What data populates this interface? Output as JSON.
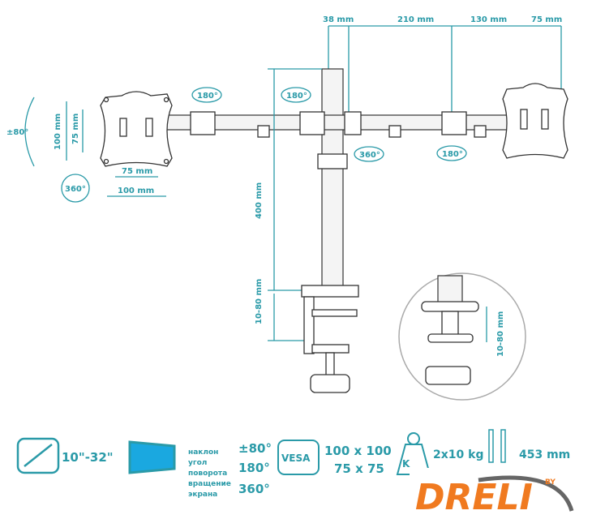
{
  "top_dims": {
    "d1": "38 mm",
    "d2": "210 mm",
    "d3": "130 mm",
    "d4": "75 mm"
  },
  "rotation": {
    "left_arm": "180°",
    "pole": "180°",
    "mid": "360°",
    "right": "180°",
    "tilt": "±80°",
    "spin": "360°"
  },
  "vesa_dims": {
    "h100": "100 mm",
    "h75": "75 mm",
    "w75": "75 mm",
    "w100": "100 mm"
  },
  "pole_dims": {
    "height": "400 mm",
    "clamp": "10-80 mm",
    "inset_clamp": "10-80 mm"
  },
  "specs": {
    "size": "10\"-32\"",
    "rot_labels": [
      "наклон",
      "угол",
      "поворота",
      "вращение",
      "экрана"
    ],
    "rot_values": [
      "±80°",
      "180°",
      "360°"
    ],
    "vesa_label": "VESA",
    "vesa_values": [
      "100 x 100",
      "75 x 75"
    ],
    "weight_letter": "K",
    "weight": "2x10 kg",
    "pole_height": "453 mm"
  },
  "logo": {
    "text": "DRELI",
    "by": "BY"
  },
  "colors": {
    "accent": "#2a9aa8",
    "logo": "#f07a20"
  }
}
